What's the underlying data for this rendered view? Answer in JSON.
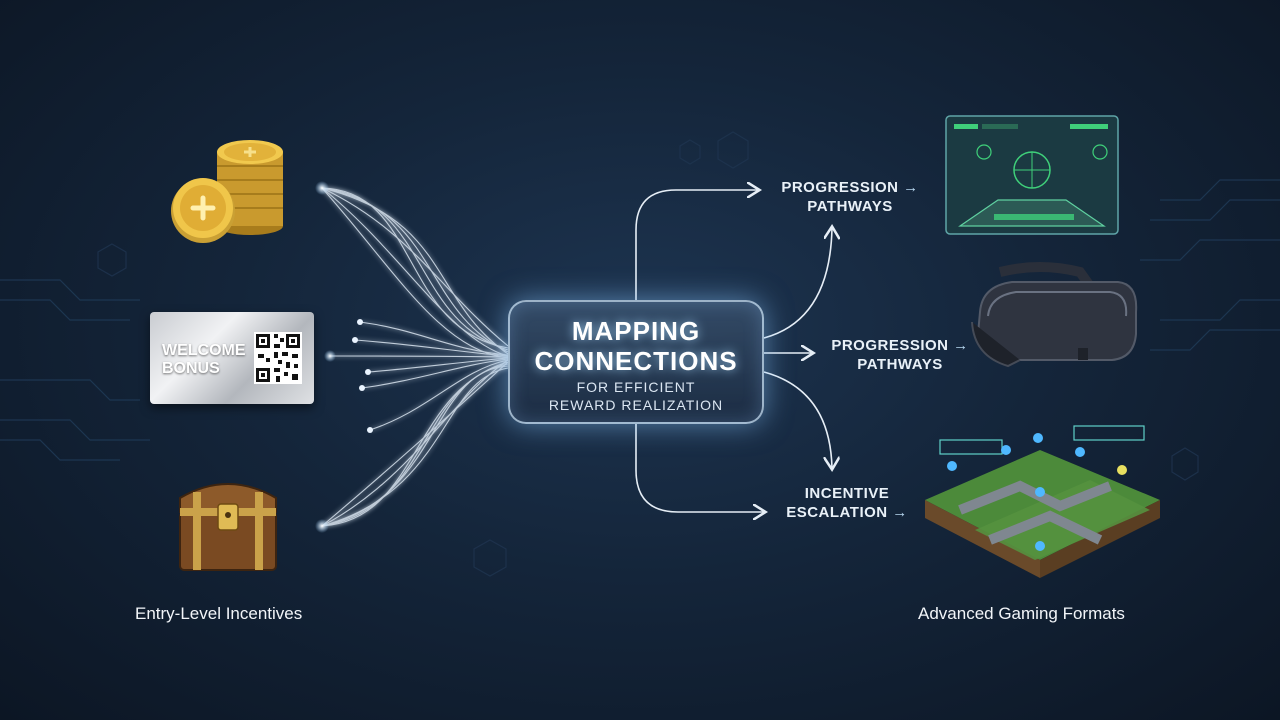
{
  "center": {
    "title_line1": "MAPPING",
    "title_line2": "CONNECTIONS",
    "subtitle_line1": "FOR EFFICIENT",
    "subtitle_line2": "REWARD REALIZATION"
  },
  "outputs": [
    {
      "line1": "PROGRESSION",
      "line2": "PATHWAYS",
      "arrow": "→"
    },
    {
      "line1": "PROGRESSION",
      "line2": "PATHWAYS",
      "arrow": "→"
    },
    {
      "line1": "INCENTIVE",
      "line2": "ESCALATION",
      "arrow": "→"
    }
  ],
  "inputs": {
    "bonus_card_line1": "WELCOME",
    "bonus_card_line2": "BONUS"
  },
  "captions": {
    "left": "Entry-Level Incentives",
    "right": "Advanced Gaming Formats"
  },
  "icons": [
    "gold-coins-icon",
    "welcome-bonus-card",
    "treasure-chest-icon",
    "hud-screen-icon",
    "vr-headset-icon",
    "isometric-map-icon"
  ],
  "colors": {
    "background": "#14253a",
    "glow": "#8cc8ff",
    "accent_green": "#3fd07a",
    "gold": "#e2b23a"
  }
}
